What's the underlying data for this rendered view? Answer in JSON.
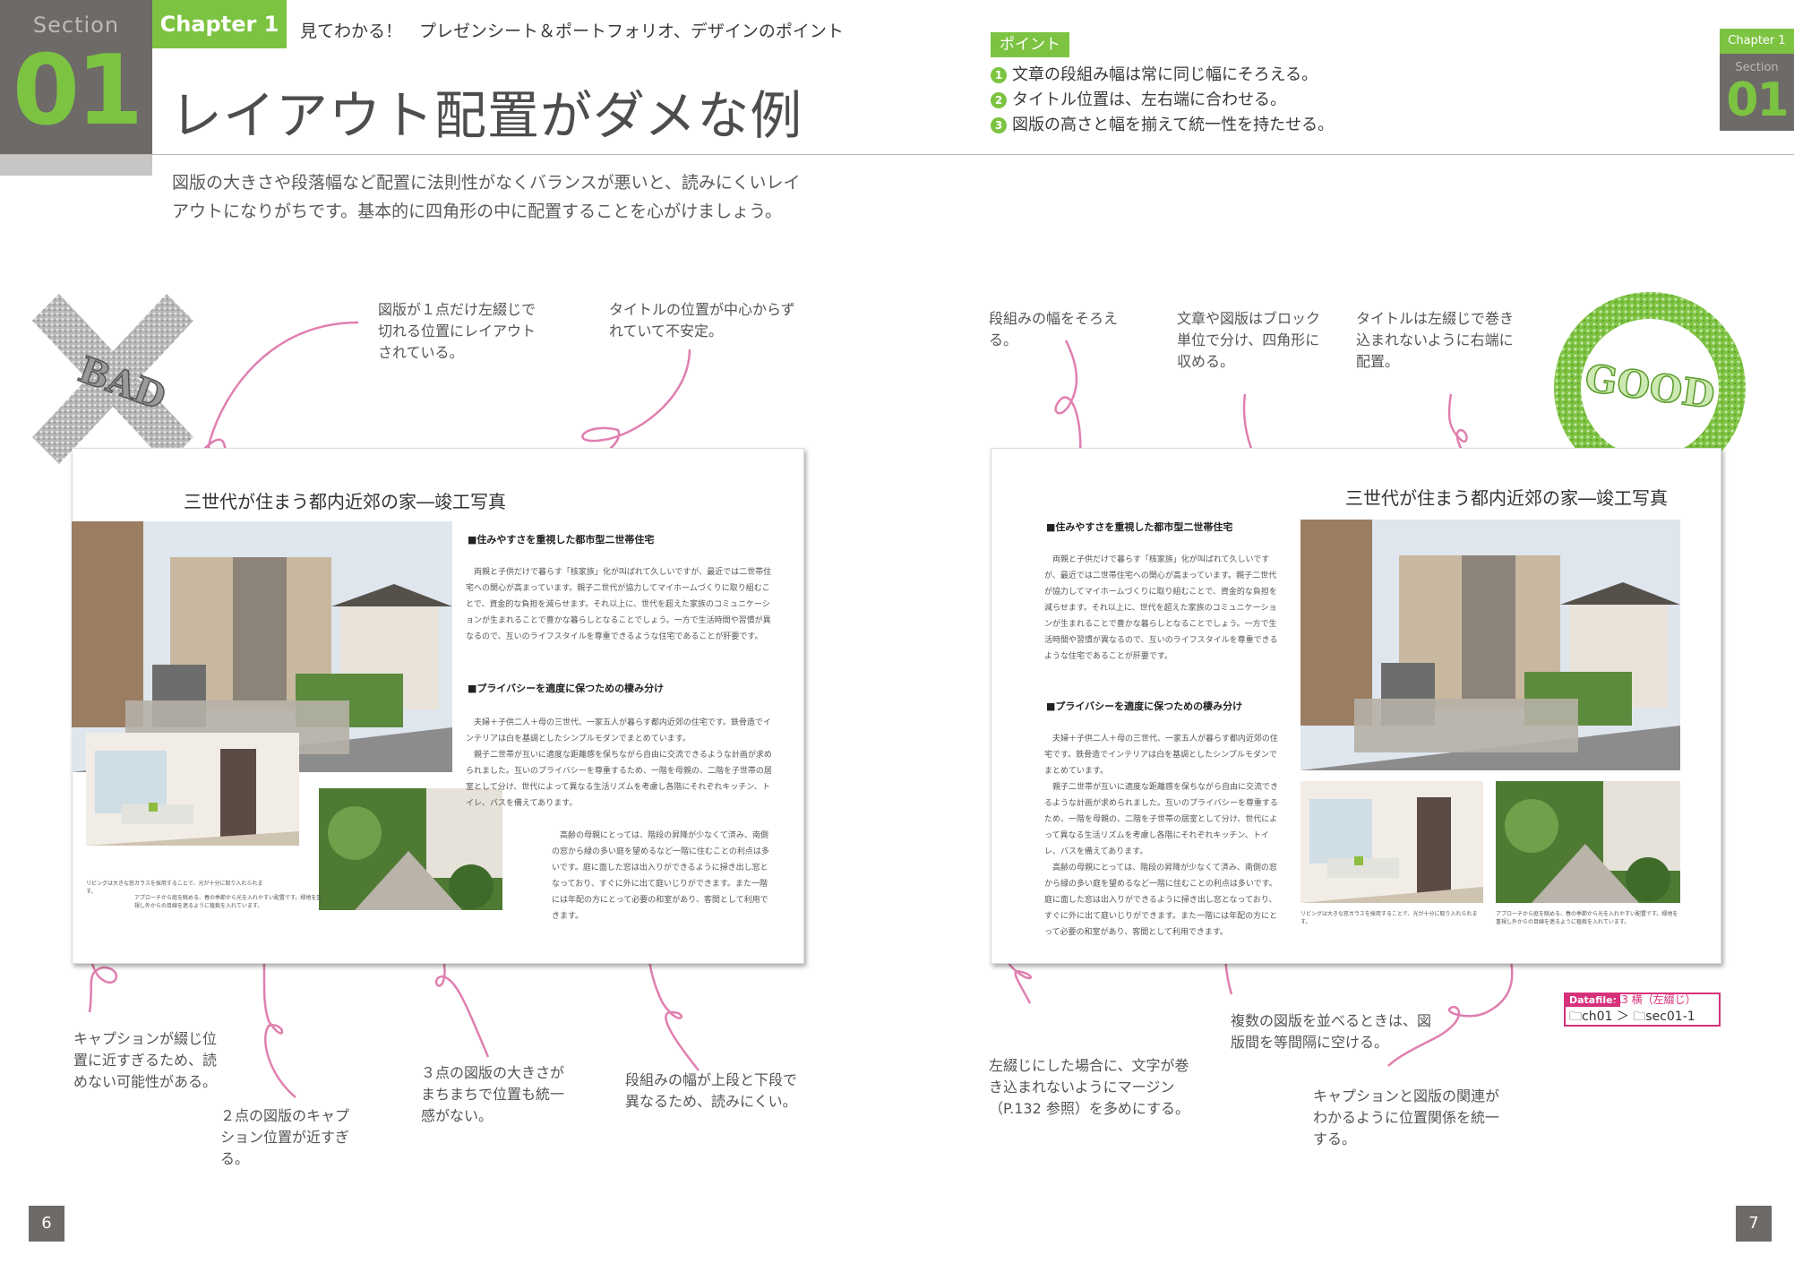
{
  "header": {
    "section_label": "Section",
    "section_number": "01",
    "chapter_label": "Chapter 1",
    "chapter_subtitle": "見てわかる！　プレゼンシート＆ポートフォリオ、デザインのポイント",
    "title": "レイアウト配置がダメな例",
    "lead": "図版の大きさや段落幅など配置に法則性がなくバランスが悪いと、読みにくいレイアウトになりがちです。基本的に四角形の中に配置することを心がけましょう。"
  },
  "points": {
    "badge": "ポイント",
    "items": [
      {
        "num": "1",
        "text": "文章の段組み幅は常に同じ幅にそろえる。"
      },
      {
        "num": "2",
        "text": "タイトル位置は、左右端に合わせる。"
      },
      {
        "num": "3",
        "text": "図版の高さと幅を揃えて統一性を持たせる。"
      }
    ]
  },
  "right_tab": {
    "chapter": "Chapter 1",
    "section_label": "Section",
    "section_number": "01"
  },
  "stamps": {
    "bad": "BAD",
    "good": "GOOD"
  },
  "bad_notes": [
    "図版が１点だけ左綴じで切れる位置にレイアウトされている。",
    "タイトルの位置が中心からずれていて不安定。",
    "キャプションが綴じ位置に近すぎるため、読めない可能性がある。",
    "２点の図版のキャプション位置が近すぎる。",
    "３点の図版の大きさがまちまちで位置も統一感がない。",
    "段組みの幅が上段と下段で異なるため、読みにくい。"
  ],
  "good_notes": [
    "段組みの幅をそろえる。",
    "文章や図版はブロック単位で分け、四角形に収める。",
    "タイトルは左綴じで巻き込まれないように右端に配置。",
    "左綴じにした場合に、文字が巻き込まれないようにマージン（P.132 参照）を多めにする。",
    "複数の図版を並べるときは、図版間を等間隔に空ける。",
    "キャプションと図版の関連がわかるように位置関係を統一する。"
  ],
  "mock": {
    "title": "三世代が住まう都内近郊の家―竣工写真",
    "heading1": "■住みやすさを重視した都市型二世帯住宅",
    "body1": "両親と子供だけで暮らす「核家族」化が叫ばれて久しいですが、最近では二世帯住宅への関心が高まっています。親子二世代が協力してマイホームづくりに取り組むことで、資金的な負担を減らせます。それ以上に、世代を超えた家族のコミュニケーションが生まれることで豊かな暮らしとなることでしょう。一方で生活時間や習慣が異なるので、互いのライフスタイルを尊重できるような住宅であることが肝要です。",
    "heading2": "■プライバシーを適度に保つための棲み分け",
    "body2a": "夫婦＋子供二人＋母の三世代、一家五人が暮らす都内近郊の住宅です。鉄骨造でインテリアは白を基調としたシンプルモダンでまとめています。",
    "body2b": "親子二世帯が互いに適度な距離感を保ちながら自由に交流できるような計画が求められました。互いのプライバシーを尊重するため、一階を母親の、二階を子世帯の居室として分け、世代によって異なる生活リズムを考慮し各階にそれぞれキッチン、トイレ、バスを備えてあります。",
    "body2c": "高齢の母親にとっては、階段の昇降が少なくて済み、南側の窓から緑の多い庭を望めるなど一階に住むことの利点は多いです。庭に面した窓は出入りができるように掃き出し窓となっており、すぐに外に出て庭いじりができます。また一階には年配の方にとって必要の和室があり、客間として利用できます。",
    "caption1": "リビングは大きな窓ガラスを採用することで、光が十分に取り入れられます。",
    "caption2": "アプローチから庭を眺める、春の季節から光を入れやすい配置です。緑地を重視し外からの目線を遮るように植栽を入れています。"
  },
  "datafile": {
    "label": "Datafile:",
    "value": "A3 横（左綴じ）",
    "folder1": "ch01",
    "folder2": "sec01-1"
  },
  "pages": {
    "left": "6",
    "right": "7"
  },
  "colors": {
    "accent": "#7dc342",
    "gray": "#6d6a68",
    "pink": "#d6317a",
    "curve": "#e07fb0"
  }
}
